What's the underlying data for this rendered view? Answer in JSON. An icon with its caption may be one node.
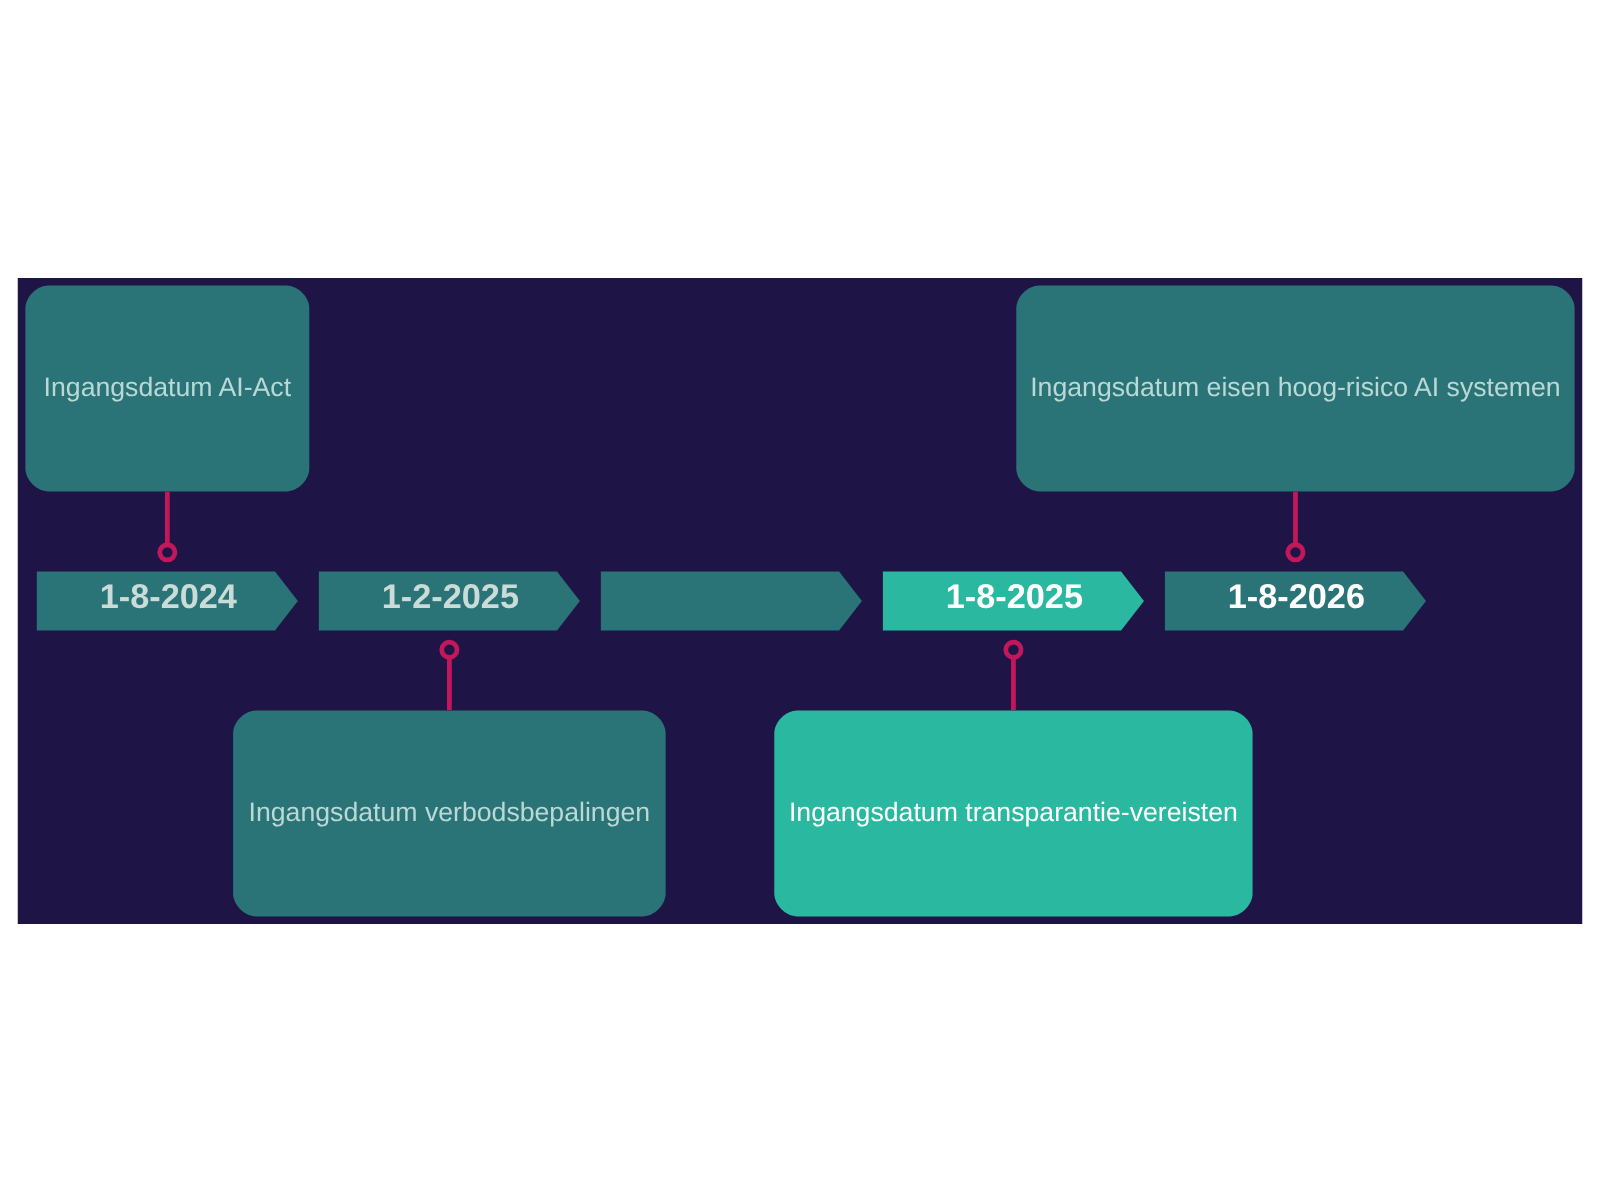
{
  "diagram": {
    "nodes": [
      {
        "text": [
          "Ingangsdatum AI-Act"
        ]
      },
      {
        "text": [
          "Ingangsdatum eisen hoog-risico AI systemen"
        ]
      },
      {
        "text": [
          "1-8-2024"
        ]
      },
      {
        "text": [
          "1-2-2025"
        ]
      },
      {
        "text": [],
        "shape": "arrow"
      },
      {
        "text": [
          "1-8-2025"
        ]
      },
      {
        "text": [
          "1-8-2026"
        ]
      },
      {
        "text": [
          "Ingangsdatum verbodsbepalingen"
        ]
      },
      {
        "text": [
          "Ingangsdatum transparantie-vereisten"
        ]
      }
    ],
    "edges": [
      {
        "from": 2,
        "to": 0,
        "arrow": "other"
      },
      {
        "from": 6,
        "to": 1,
        "arrow": "other"
      },
      {
        "from": 3,
        "to": 7,
        "arrow": "other"
      },
      {
        "from": 5,
        "to": 8,
        "arrow": "other"
      }
    ]
  }
}
